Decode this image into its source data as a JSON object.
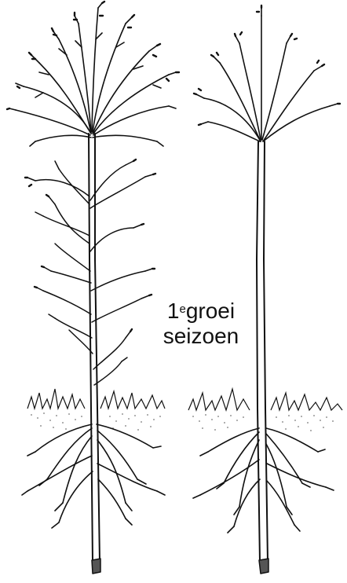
{
  "caption": {
    "ordinal_number": "1",
    "ordinal_suffix": "e",
    "word_1": "groei",
    "line_2": "seizoen"
  },
  "colors": {
    "ink": "#111111",
    "soil_dots": "#555555",
    "background": "#ffffff"
  }
}
